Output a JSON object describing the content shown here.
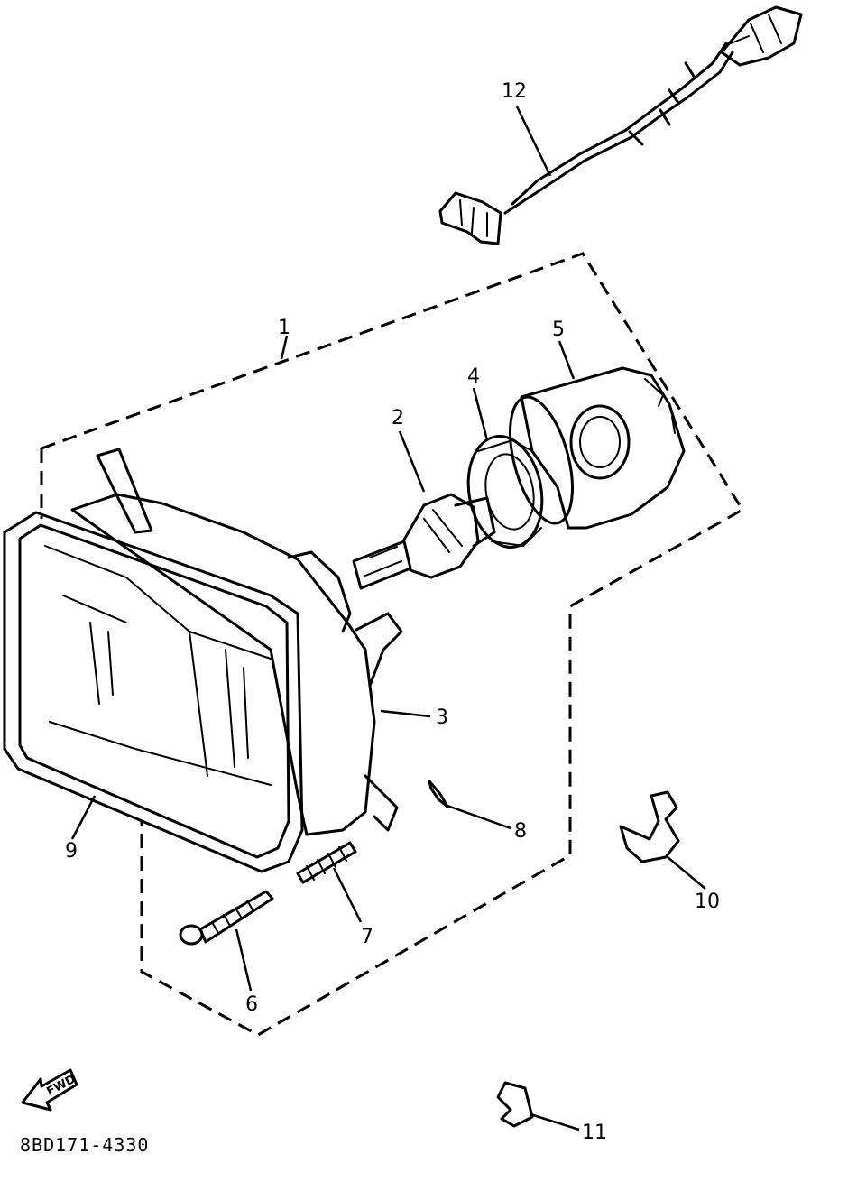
{
  "diagram": {
    "parts": [
      {
        "callout": "1"
      },
      {
        "callout": "2"
      },
      {
        "callout": "3"
      },
      {
        "callout": "4"
      },
      {
        "callout": "5"
      },
      {
        "callout": "6"
      },
      {
        "callout": "7"
      },
      {
        "callout": "8"
      },
      {
        "callout": "9"
      },
      {
        "callout": "10"
      },
      {
        "callout": "11"
      },
      {
        "callout": "12"
      }
    ],
    "direction_marker": "FWD",
    "drawing_code": "8BD171-4330",
    "icons": [
      "forward-arrow-icon"
    ]
  }
}
